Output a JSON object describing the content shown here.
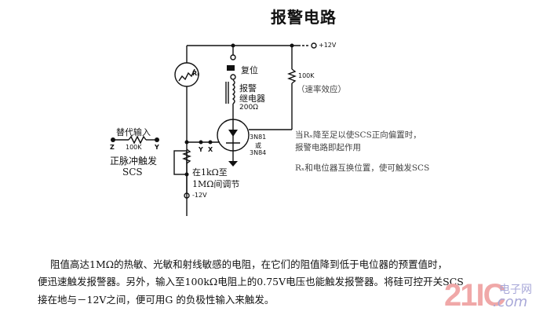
{
  "title": "报警电路",
  "circuit": {
    "supply_positive": "+12V",
    "supply_negative": "-12V",
    "sensor_label": "Rₓ",
    "reset_switch_label": "复位",
    "relay_label_line1": "报警",
    "relay_label_line2": "继电器",
    "relay_resistance": "200Ω",
    "resistor_top_value": "100K",
    "resistor_top_note": "（速率效应）",
    "scs_part_line1": "3N81",
    "scs_part_line2": "或",
    "scs_part_line3": "3N84",
    "node_y": "Y",
    "node_x": "X",
    "alt_input_title": "替代输入",
    "alt_input_node_z": "Z",
    "alt_input_resistor": "100K",
    "alt_input_node_y": "Y",
    "alt_input_caption_line1": "正脉冲触发",
    "alt_input_caption_line2": "SCS",
    "pot_label_line1": "在1kΩ至",
    "pot_label_line2": "1MΩ间调节",
    "note1_line1": "当Rₓ降至足以使SCS正向偏置时，",
    "note1_line2": "报警电路即起作用",
    "note2": "Rₓ和电位器互换位置，使可触发SCS"
  },
  "description": {
    "line1": "阻值高达1MΩ的热敏、光敏和射线敏感的电阻，在它们的阻值降到低于电位器的预置值时，",
    "line2": "便迅速触发报警器。另外，输入至100kΩ电阻上的0.75V电压也能触发报警器。将硅可控开关SCS",
    "line3": "接在地与－12V之间，便可用G 的负极性输入来触发。"
  },
  "watermark": {
    "brand": "21IC",
    "cn": "电子网",
    "domain": ".com"
  }
}
